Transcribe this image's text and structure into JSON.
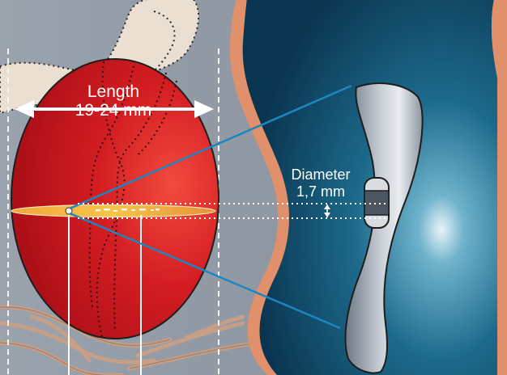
{
  "labels": {
    "length_title": "Length",
    "length_value": "19-24 mm",
    "diameter_title": "Diameter",
    "diameter_value": "1,7 mm"
  },
  "colors": {
    "background": "#8b94a0",
    "tumor_red": "#c8141e",
    "tumor_highlight": "#f0443e",
    "tissue_beige": "#eadfd0",
    "capsule_orange": "#e0906a",
    "magnified_blue": "#0e3f5c",
    "pointer_line": "#1c86c0",
    "needle_orange": "#e59a3a",
    "nerve_tan": "#c69f86"
  }
}
